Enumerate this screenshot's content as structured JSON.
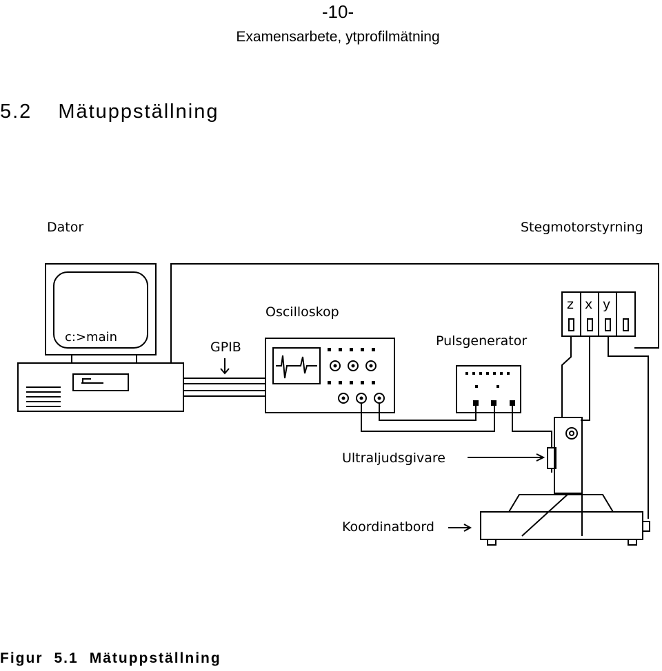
{
  "header": {
    "page_number": "-10-",
    "document_title": "Examensarbete, ytprofilmätning"
  },
  "section": {
    "number": "5.2",
    "title": "Mätuppställning"
  },
  "diagram": {
    "labels": {
      "computer": "Dator",
      "computer_screen_text": "c:>main",
      "bus": "GPIB",
      "oscilloscope": "Oscilloskop",
      "pulse_generator": "Pulsgenerator",
      "stepper_control": "Stegmotorstyrning",
      "axis_z": "z",
      "axis_x": "x",
      "axis_y": "y",
      "transducer": "Ultraljudsgivare",
      "coordinate_table": "Koordinatbord"
    }
  },
  "caption": {
    "prefix": "Figur",
    "number": "5.1",
    "text": "Mätuppställning"
  }
}
